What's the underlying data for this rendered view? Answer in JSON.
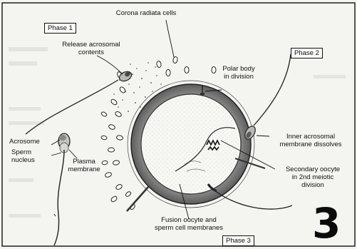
{
  "labels": {
    "corona_radiata": "Corona radiata cells",
    "phase1": "Phase 1",
    "release_acrosomal_line1": "Release acrosomal",
    "release_acrosomal_line2": "contents",
    "polar_body_line1": "Polar body",
    "polar_body_line2": "in division",
    "phase2": "Phase 2",
    "inner_acrosomal_line1": "Inner acrosomal",
    "inner_acrosomal_line2": "membrane dissolves",
    "acrosome": "Acrosome",
    "sperm_nucleus_line1": "Sperm",
    "sperm_nucleus_line2": "nucleus",
    "plasma_membrane_line1": "Plasma",
    "plasma_membrane_line2": "membrane",
    "secondary_oocyte_line1": "Secondary oocyte",
    "secondary_oocyte_line2": "in 2nd meiotic",
    "secondary_oocyte_line3": "division",
    "fusion_line1": "Fusion oocyte and",
    "fusion_line2": "sperm cell membranes",
    "phase3": "Phase 3",
    "figure_number": "3"
  }
}
